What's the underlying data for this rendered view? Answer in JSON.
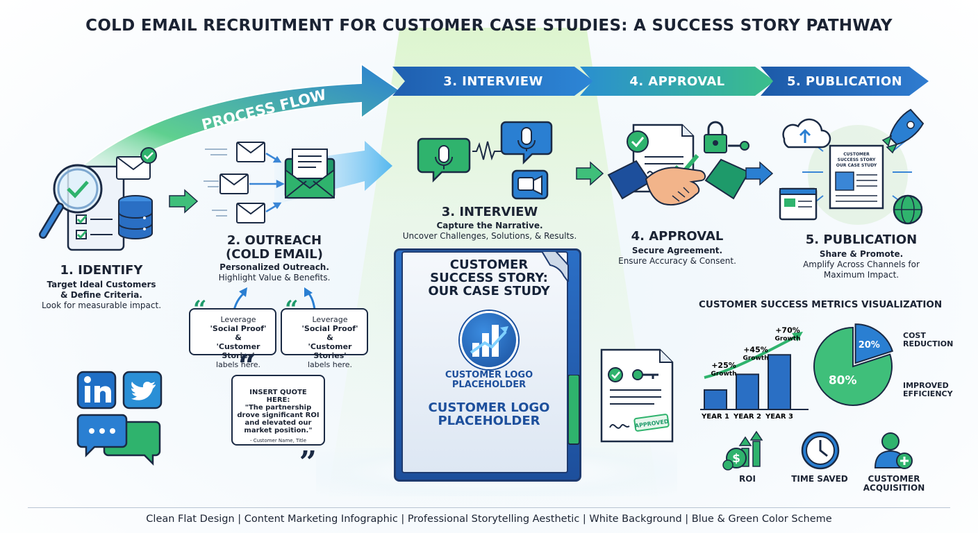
{
  "title": "COLD EMAIL RECRUITMENT FOR CUSTOMER CASE STUDIES: A SUCCESS STORY PATHWAY",
  "process_flow_label": "PROCESS FLOW",
  "banners": [
    "3. INTERVIEW",
    "4. APPROVAL",
    "5. PUBLICATION"
  ],
  "steps": {
    "identify": {
      "title": "1. IDENTIFY",
      "line1": "Target Ideal Customers",
      "line2": "& Define Criteria.",
      "line3": "Look for measurable impact."
    },
    "outreach": {
      "title1": "2. OUTREACH",
      "title2": "(COLD EMAIL)",
      "line1": "Personalized Outreach.",
      "line2": "Highlight Value & Benefits."
    },
    "interview": {
      "title": "3. INTERVIEW",
      "line1": "Capture the Narrative.",
      "line2": "Uncover Challenges, Solutions, & Results."
    },
    "approval": {
      "title": "4. APPROVAL",
      "line1": "Secure Agreement.",
      "line2": "Ensure Accuracy & Consent."
    },
    "publication": {
      "title": "5. PUBLICATION",
      "line1": "Share & Promote.",
      "line2": "Amplify Across Channels for",
      "line3": "Maximum Impact."
    }
  },
  "callouts": [
    {
      "l1": "Leverage",
      "l2": "'Social Proof' &",
      "l3": "'Customer Stories'",
      "l4": "labels here."
    },
    {
      "l1": "Leverage",
      "l2": "'Social Proof' &",
      "l3": "'Customer Stories'",
      "l4": "labels here."
    }
  ],
  "quote": {
    "heading": "INSERT QUOTE HERE:",
    "l1": "\"The partnership",
    "l2": "drove significant ROI",
    "l3": "and elevated our",
    "l4": "market position.\"",
    "attribution": "- Customer Name, Title"
  },
  "case_study": {
    "title1": "CUSTOMER",
    "title2": "SUCCESS STORY:",
    "title3": "OUR CASE STUDY",
    "logo_small1": "CUSTOMER LOGO",
    "logo_small2": "PLACEHOLDER",
    "logo_big1": "CUSTOMER LOGO",
    "logo_big2": "PLACEHOLDER"
  },
  "mini_doc": {
    "l1": "CUSTOMER",
    "l2": "SUCCESS STORY",
    "l3": "OUR CASE STUDY"
  },
  "approved_stamp": "APPROVED",
  "metrics": {
    "title": "CUSTOMER SUCCESS METRICS VISUALIZATION",
    "years": [
      "YEAR 1",
      "YEAR 2",
      "YEAR 3"
    ],
    "growth_values": [
      25,
      45,
      70
    ],
    "growth_labels": [
      "+25%",
      "+45%",
      "+70%"
    ],
    "growth_word": "Growth",
    "pie": {
      "values": [
        20,
        80
      ],
      "labels": [
        "20%",
        "80%"
      ],
      "legend": [
        "COST REDUCTION",
        "IMPROVED EFFICIENCY"
      ]
    },
    "icons": [
      "ROI",
      "TIME SAVED",
      "CUSTOMER ACQUISITION"
    ],
    "cust_acq_l1": "CUSTOMER",
    "cust_acq_l2": "ACQUISITION"
  },
  "footer": "Clean Flat Design | Content Marketing Infographic | Professional Storytelling Aesthetic | White Background | Blue & Green Color Scheme",
  "colors": {
    "blue": "#1f5fb0",
    "green": "#2fb36d",
    "navy": "#1b2a44"
  }
}
